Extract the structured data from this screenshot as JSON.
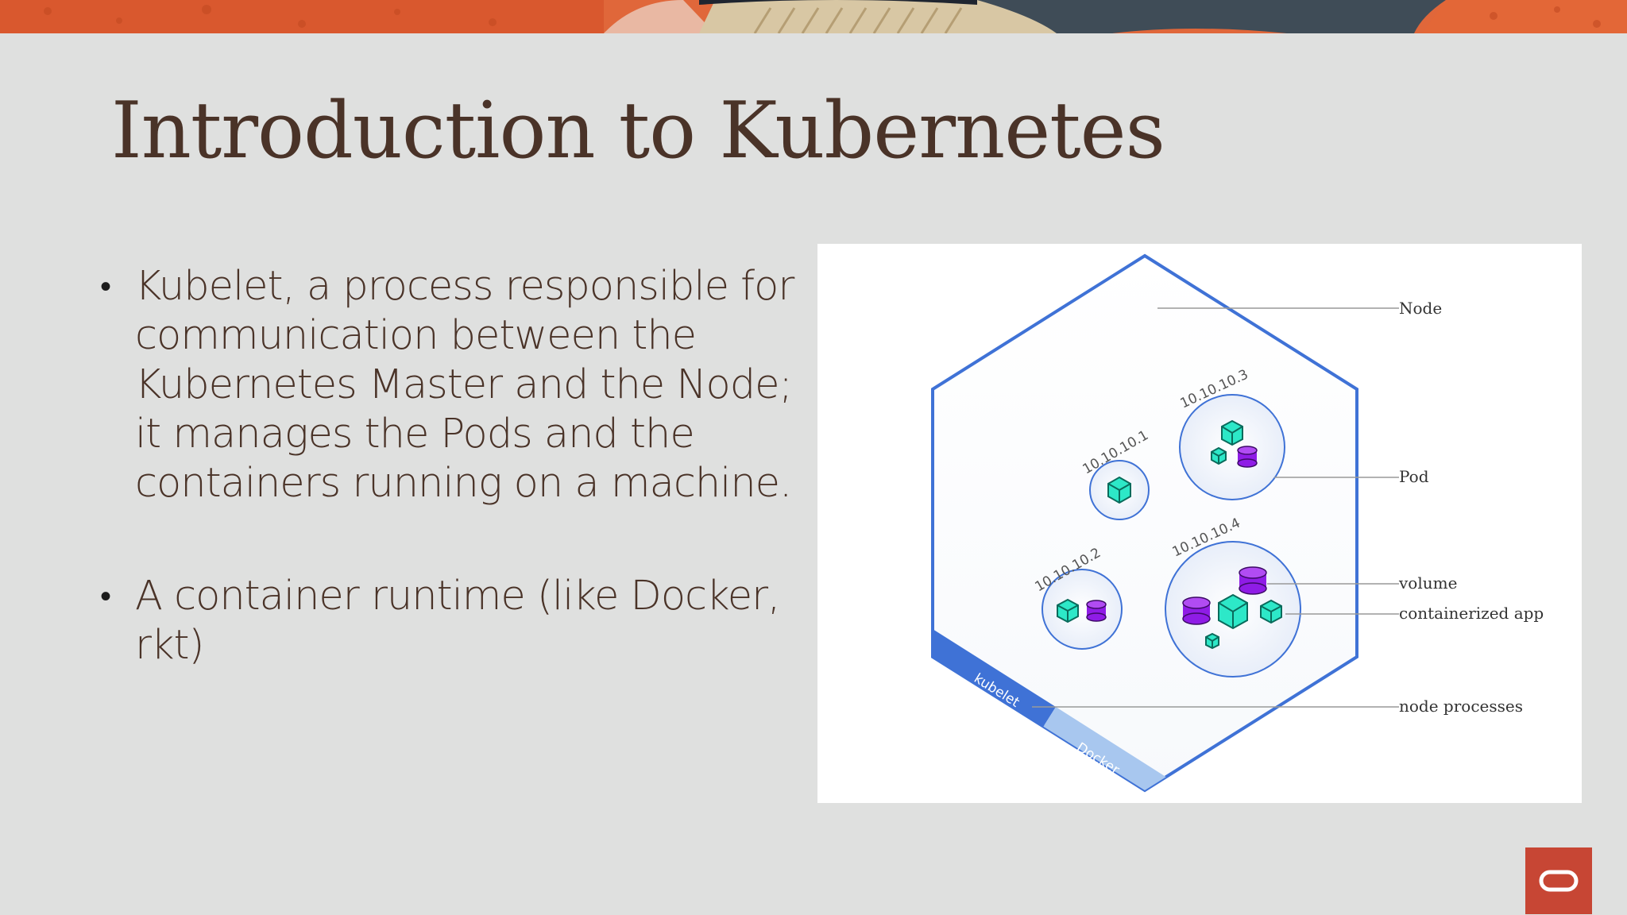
{
  "slide": {
    "title": "Introduction to Kubernetes",
    "bullets": [
      " Kubelet, a process responsible for communication between the Kubernetes Master and the Node; it manages the Pods and the containers running on a machine.",
      "A container runtime (like Docker, rkt)"
    ]
  },
  "diagram": {
    "callouts": {
      "node": "Node",
      "pod": "Pod",
      "volume": "volume",
      "containerized_app": "containerized app",
      "node_processes": "node processes"
    },
    "pod_ips": [
      "10.10.10.1",
      "10.10.10.2",
      "10.10.10.3",
      "10.10.10.4"
    ],
    "processes": [
      "kubelet",
      "Docker"
    ]
  },
  "colors": {
    "background": "#dfe0df",
    "title": "#4a3328",
    "node_border": "#3f72d6",
    "container": "#2de8c8",
    "volume": "#8f1ce6",
    "oracle_red": "#c74634"
  },
  "icons": {
    "logo": "oracle-logo-icon"
  }
}
